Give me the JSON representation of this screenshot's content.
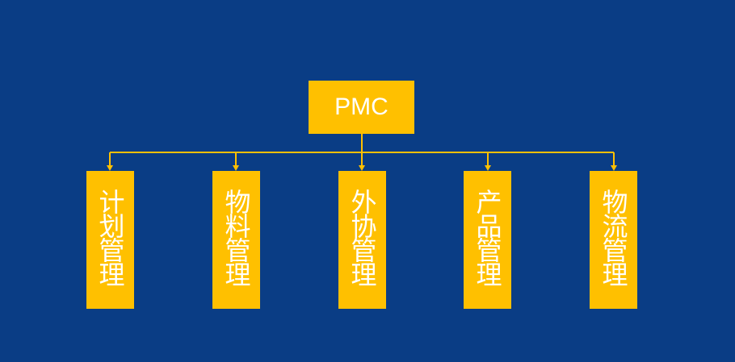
{
  "diagram": {
    "root": {
      "label": "PMC"
    },
    "children": [
      {
        "label": "计划管理"
      },
      {
        "label": "物料管理"
      },
      {
        "label": "外协管理"
      },
      {
        "label": "产品管理"
      },
      {
        "label": "物流管理"
      }
    ],
    "colors": {
      "background": "#0a3d85",
      "box": "#ffc000",
      "text": "#ffffff",
      "connector": "#ffc000"
    }
  }
}
